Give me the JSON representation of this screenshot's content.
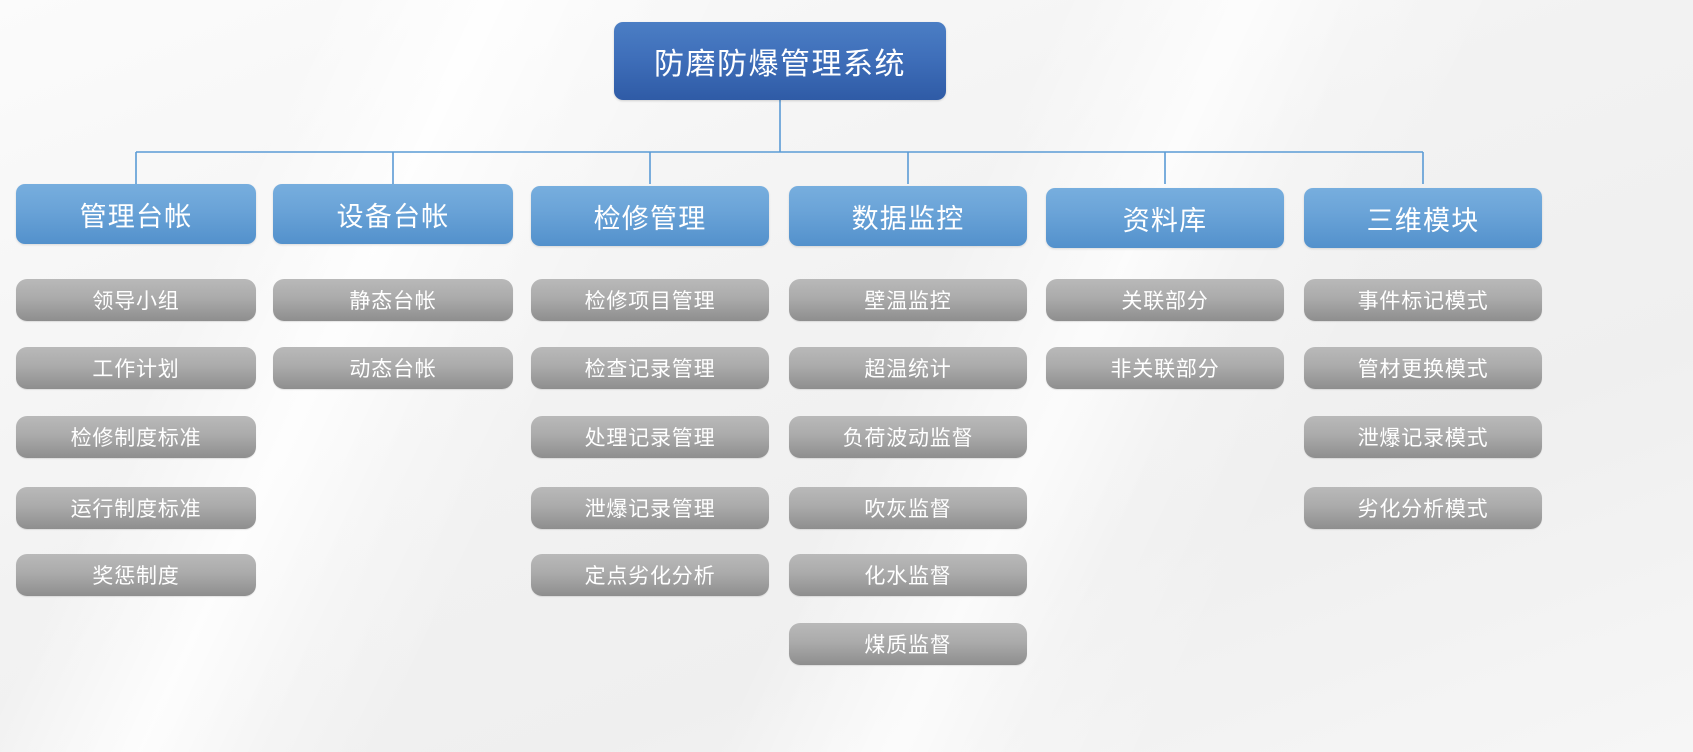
{
  "diagram": {
    "title": "防磨防爆管理系统",
    "type": "organization-chart",
    "colors": {
      "root_fill": "#3f6fba",
      "category_fill": "#6ba4d8",
      "leaf_fill": "#ababab",
      "connector": "#5b9bd5",
      "text": "#ffffff",
      "background": "#f4f4f4"
    },
    "root": {
      "label": "防磨防爆管理系统"
    },
    "categories": [
      {
        "label": "管理台帐",
        "items": [
          {
            "label": "领导小组"
          },
          {
            "label": "工作计划"
          },
          {
            "label": "检修制度标准"
          },
          {
            "label": "运行制度标准"
          },
          {
            "label": "奖惩制度"
          }
        ]
      },
      {
        "label": "设备台帐",
        "items": [
          {
            "label": "静态台帐"
          },
          {
            "label": "动态台帐"
          }
        ]
      },
      {
        "label": "检修管理",
        "items": [
          {
            "label": "检修项目管理"
          },
          {
            "label": "检查记录管理"
          },
          {
            "label": "处理记录管理"
          },
          {
            "label": "泄爆记录管理"
          },
          {
            "label": "定点劣化分析"
          }
        ]
      },
      {
        "label": "数据监控",
        "items": [
          {
            "label": "壁温监控"
          },
          {
            "label": "超温统计"
          },
          {
            "label": "负荷波动监督"
          },
          {
            "label": "吹灰监督"
          },
          {
            "label": "化水监督"
          },
          {
            "label": "煤质监督"
          }
        ]
      },
      {
        "label": "资料库",
        "items": [
          {
            "label": "关联部分"
          },
          {
            "label": "非关联部分"
          }
        ]
      },
      {
        "label": "三维模块",
        "items": [
          {
            "label": "事件标记模式"
          },
          {
            "label": "管材更换模式"
          },
          {
            "label": "泄爆记录模式"
          },
          {
            "label": "劣化分析模式"
          }
        ]
      }
    ]
  }
}
